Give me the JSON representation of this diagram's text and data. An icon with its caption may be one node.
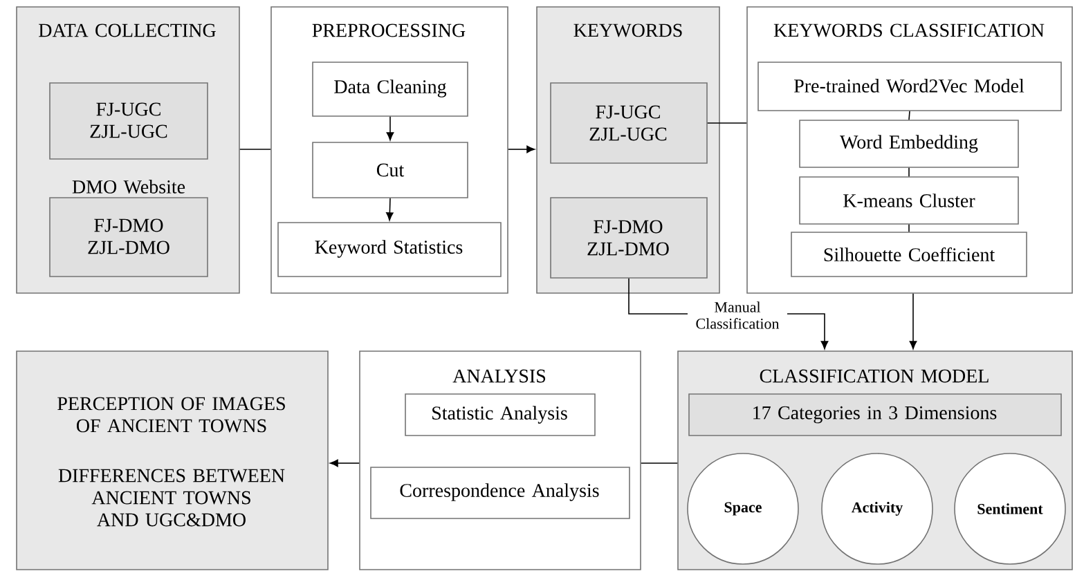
{
  "diagram": {
    "nodes": [
      {
        "text": [
          "DATA COLLECTING"
        ]
      },
      {
        "text": [
          "FJ-UGC ZJL-UGC"
        ],
        "in": 0
      },
      {
        "text": [
          "DMO Website",
          "FJ-DMO ZJL-DMO"
        ],
        "in": 0
      },
      {
        "text": [
          "PREPROCESSING"
        ]
      },
      {
        "text": [
          "Data Cleaning"
        ],
        "in": 3
      },
      {
        "text": [
          "Cut"
        ],
        "in": 3
      },
      {
        "text": [
          "Keyword Statistics"
        ],
        "in": 3
      },
      {
        "text": [
          "KEYWORDS"
        ]
      },
      {
        "text": [
          "FJ-UGC ZJL-UGC"
        ],
        "in": 7
      },
      {
        "text": [
          "FJ-DMO ZJL-DMO"
        ],
        "in": 7
      },
      {
        "text": [
          "KEYWORDS CLASSIFICATION"
        ]
      },
      {
        "text": [
          "Pre-trained Word2Vec Model"
        ],
        "in": 10
      },
      {
        "text": [
          "Word Embedding"
        ],
        "in": 10
      },
      {
        "text": [
          "K-means Cluster"
        ],
        "in": 10
      },
      {
        "text": [
          "Silhouette Coefficient"
        ],
        "in": 10
      },
      {
        "text": [
          "PERCEPTION OF IMAGES OF ANCIENT TOWNS",
          "DIFFERENCES BETWEEN ANCIENT TOWNS AND UGC&DMO"
        ]
      },
      {
        "text": [
          "ANALYSIS"
        ]
      },
      {
        "text": [
          "Statistic Analysis"
        ],
        "in": 16
      },
      {
        "text": [
          "Correspondence Analysis"
        ],
        "in": 16
      },
      {
        "text": [
          "CLASSIFICATION MODEL"
        ]
      },
      {
        "text": [
          "17 Categories in 3 Dimensions"
        ],
        "in": 19
      },
      {
        "text": [
          "Space"
        ],
        "in": 19
      },
      {
        "text": [
          "Activity"
        ],
        "in": 19
      },
      {
        "text": [
          "Sentiment"
        ],
        "in": 19
      }
    ],
    "edges": [
      {
        "from": 0,
        "to": 3,
        "arrow": "none"
      },
      {
        "from": 4,
        "to": 5,
        "arrow": "to"
      },
      {
        "from": 5,
        "to": 6,
        "arrow": "to"
      },
      {
        "from": 3,
        "to": 7,
        "arrow": "to"
      },
      {
        "from": 8,
        "to": 10,
        "arrow": "none"
      },
      {
        "from": 11,
        "to": 12,
        "arrow": "none"
      },
      {
        "from": 12,
        "to": 13,
        "arrow": "none"
      },
      {
        "from": 13,
        "to": 14,
        "arrow": "none"
      },
      {
        "from": 9,
        "to": 19,
        "arrow": "to",
        "label": "Manual Classification"
      },
      {
        "from": 10,
        "to": 19,
        "arrow": "to"
      },
      {
        "from": 19,
        "to": 16,
        "arrow": "none"
      },
      {
        "from": 16,
        "to": 15,
        "arrow": "to"
      }
    ]
  }
}
